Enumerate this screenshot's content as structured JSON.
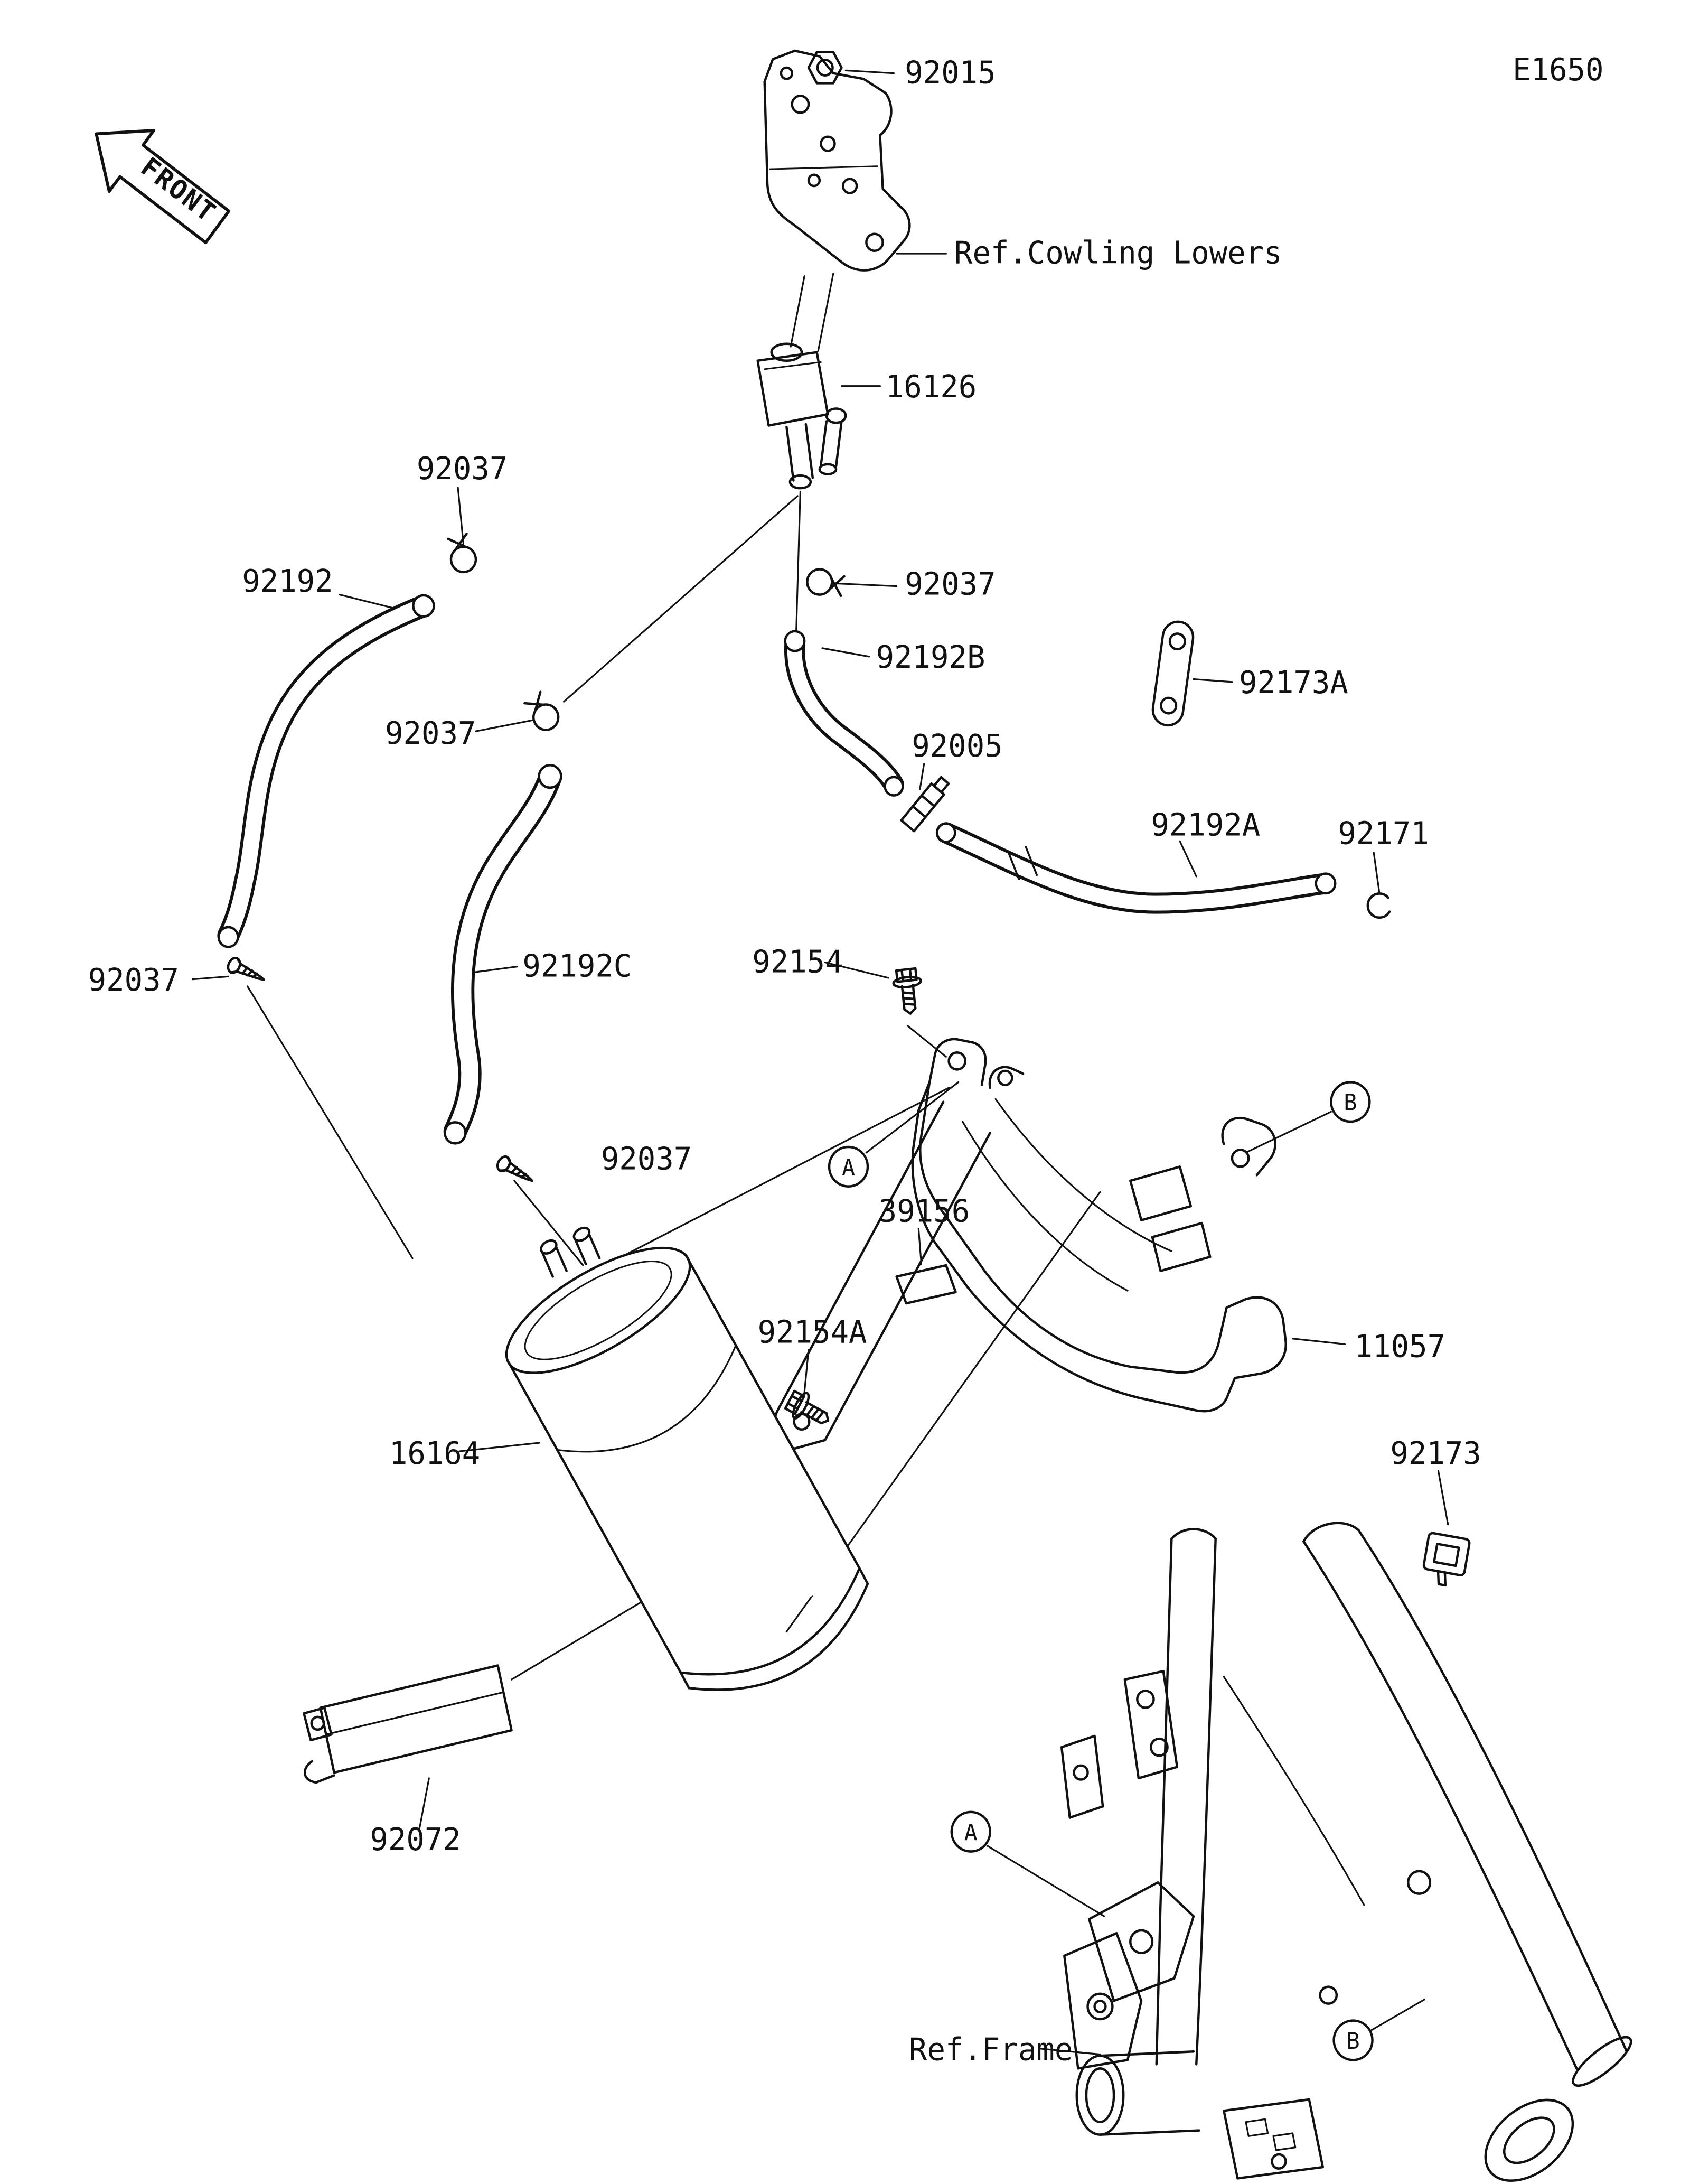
{
  "diagram": {
    "page_code": "E1650",
    "front_arrow_label": "FRONT",
    "refs": {
      "cowling_lowers": "Ref.Cowling Lowers",
      "frame": "Ref.Frame"
    },
    "markers": {
      "a": "A",
      "b": "B"
    },
    "parts": {
      "nut": "92015",
      "valve": "16126",
      "clamp": "92037",
      "hose": "92192",
      "hose_b": "92192B",
      "hose_a": "92192A",
      "hose_c": "92192C",
      "strap": "92173A",
      "joint": "92005",
      "circlip": "92171",
      "bolt": "92154",
      "bolt_a": "92154A",
      "damper": "39156",
      "bracket": "11057",
      "canister": "16164",
      "band": "92072",
      "clamp_frame": "92173"
    }
  }
}
